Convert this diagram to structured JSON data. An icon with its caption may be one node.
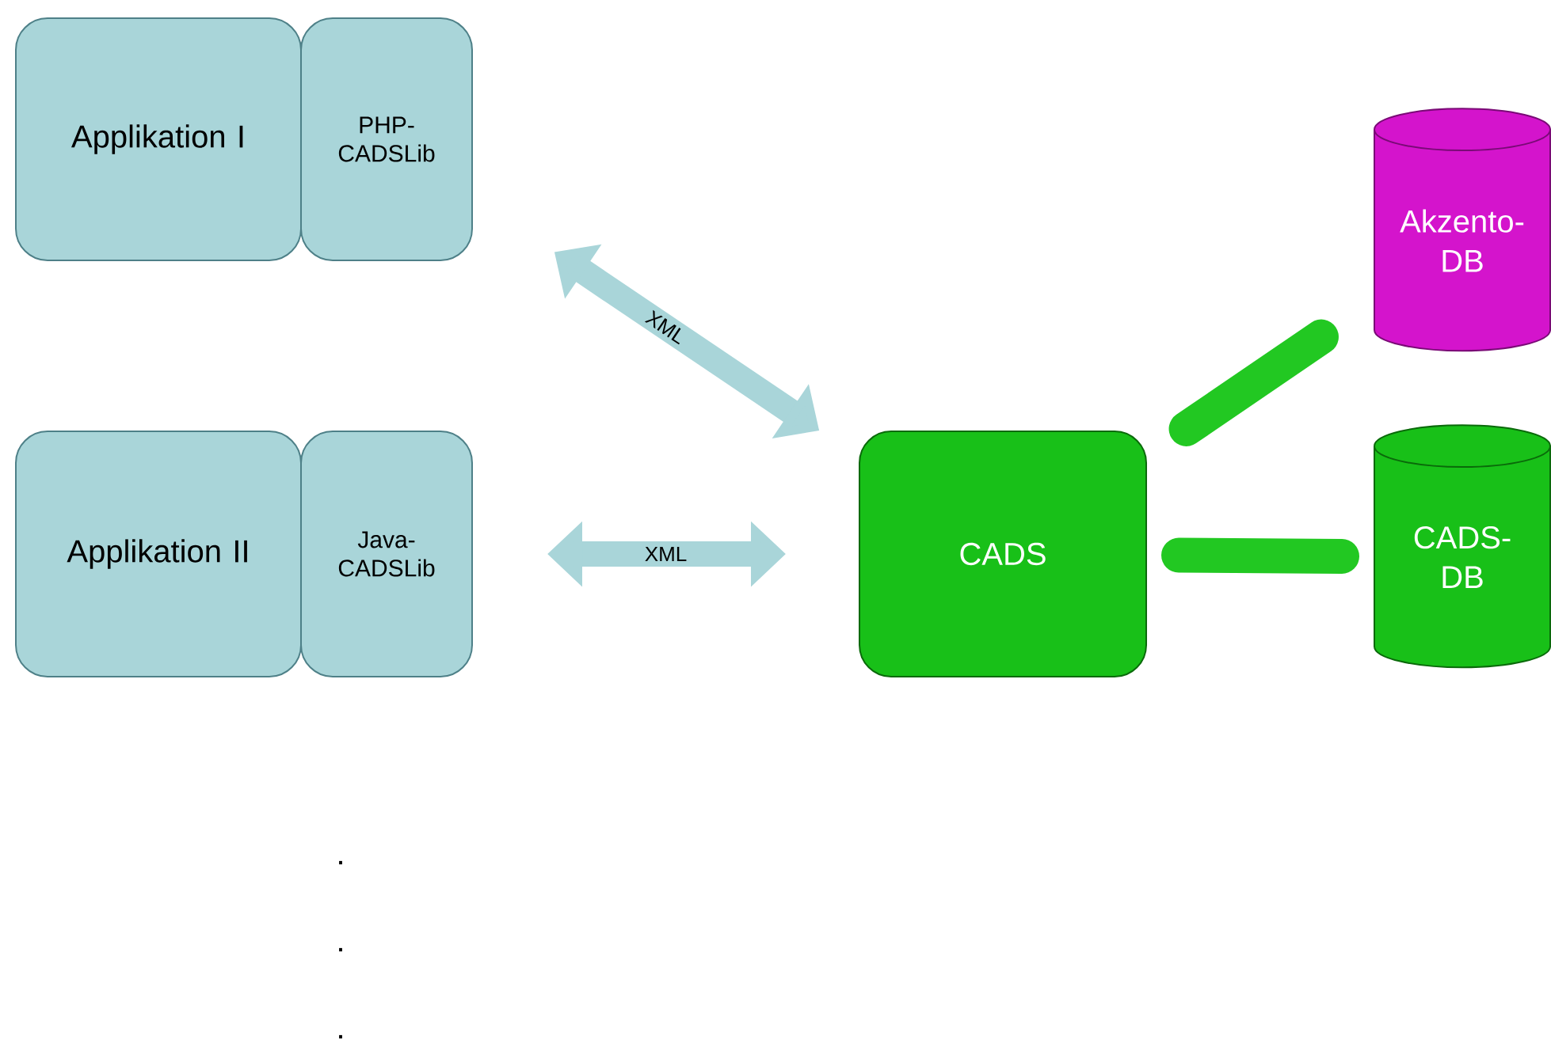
{
  "diagram": {
    "nodes": [
      {
        "text": [
          "Applikation I"
        ]
      },
      {
        "text": [
          "PHP-CADSLib"
        ]
      },
      {
        "text": [
          "Applikation II"
        ]
      },
      {
        "text": [
          "Java-CADSLib"
        ]
      },
      {
        "text": [
          "CADS"
        ]
      },
      {
        "text": [
          "Akzento-DB"
        ]
      },
      {
        "text": [
          "CADS-DB"
        ]
      }
    ],
    "edges": [
      {
        "from": 1,
        "to": 4,
        "arrow": "both",
        "label": "XML"
      },
      {
        "from": 3,
        "to": 4,
        "arrow": "both",
        "label": "XML"
      },
      {
        "from": 4,
        "to": 5,
        "arrow": "none",
        "color": "#22c822"
      },
      {
        "from": 4,
        "to": 6,
        "arrow": "none",
        "color": "#22c822"
      }
    ],
    "labels": [
      ".",
      ".",
      "."
    ]
  }
}
